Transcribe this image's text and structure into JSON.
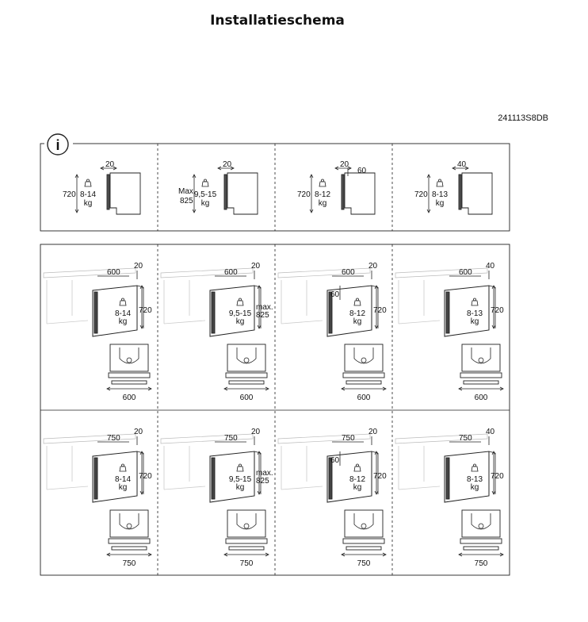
{
  "page": {
    "title": "Installatieschema",
    "code": "241113S8DB"
  },
  "info_icon": {
    "glyph": "i",
    "icon": "info-icon"
  },
  "top_row": [
    {
      "top": "20",
      "height": "720",
      "weight": "8-14",
      "unit": "kg"
    },
    {
      "top": "20",
      "height_label": "Max",
      "height": "825",
      "weight": "9,5-15",
      "unit": "kg"
    },
    {
      "top": "20",
      "side": "60",
      "height": "720",
      "weight": "8-12",
      "unit": "kg"
    },
    {
      "top": "40",
      "height": "720",
      "weight": "8-13",
      "unit": "kg"
    }
  ],
  "rows": [
    {
      "niche_width": "600",
      "cells": [
        {
          "top": "20",
          "height": "720",
          "weight": "8-14",
          "unit": "kg"
        },
        {
          "top": "20",
          "height_label": "max.",
          "height": "825",
          "weight": "9,5-15",
          "unit": "kg"
        },
        {
          "top": "20",
          "side": "60",
          "height": "720",
          "weight": "8-12",
          "unit": "kg"
        },
        {
          "top": "40",
          "height": "720",
          "weight": "8-13",
          "unit": "kg"
        }
      ]
    },
    {
      "niche_width": "750",
      "cells": [
        {
          "top": "20",
          "height": "720",
          "weight": "8-14",
          "unit": "kg"
        },
        {
          "top": "20",
          "height_label": "max.",
          "height": "825",
          "weight": "9,5-15",
          "unit": "kg"
        },
        {
          "top": "20",
          "side": "60",
          "height": "720",
          "weight": "8-12",
          "unit": "kg"
        },
        {
          "top": "40",
          "height": "720",
          "weight": "8-13",
          "unit": "kg"
        }
      ]
    }
  ]
}
